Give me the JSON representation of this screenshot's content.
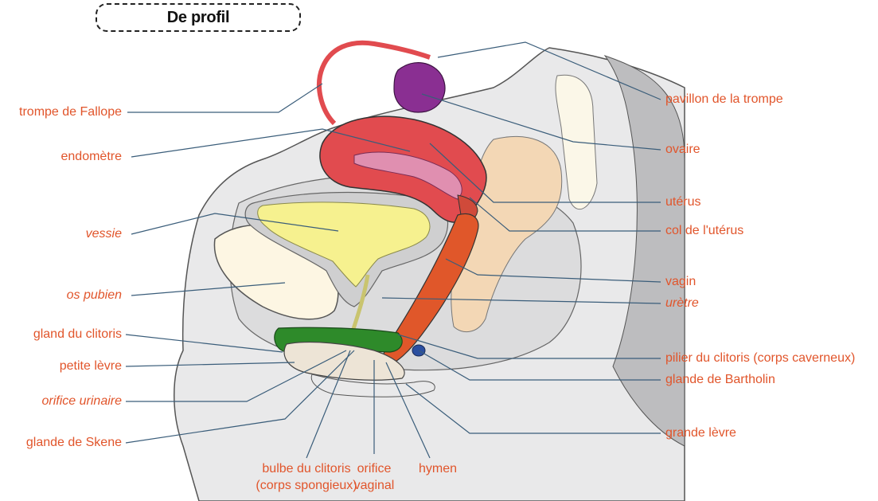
{
  "title": "De profil",
  "colors": {
    "label": "#e1552b",
    "leader_line": "#3a5d7a",
    "uterus": "#e14b4f",
    "ovary": "#8a2f92",
    "bladder": "#f5f08e",
    "clitoris": "#2e8a2a",
    "vagina": "#e0572a",
    "bone": "#fdf6e3",
    "skin": "#eeeeee"
  },
  "labels_left": {
    "trompe": "trompe de Fallope",
    "endometre": "endomètre",
    "vessie": "vessie",
    "os_pubien": "os pubien",
    "gland": "gland du clitoris",
    "petite_levre": "petite lèvre",
    "orifice_urinaire": "orifice urinaire",
    "skene": "glande de Skene"
  },
  "labels_right": {
    "pavillon": "pavillon de la trompe",
    "ovaire": "ovaire",
    "uterus": "utérus",
    "col": "col de l'utérus",
    "vagin": "vagin",
    "uretre": "urètre",
    "pilier": "pilier du clitoris (corps caverneux)",
    "bartholin": "glande de Bartholin",
    "grande_levre": "grande lèvre"
  },
  "labels_bottom": {
    "bulbe_line1": "bulbe du clitoris",
    "bulbe_line2": "(corps spongieux)",
    "orifice_line1": "orifice",
    "orifice_line2": "vaginal",
    "hymen": "hymen"
  }
}
